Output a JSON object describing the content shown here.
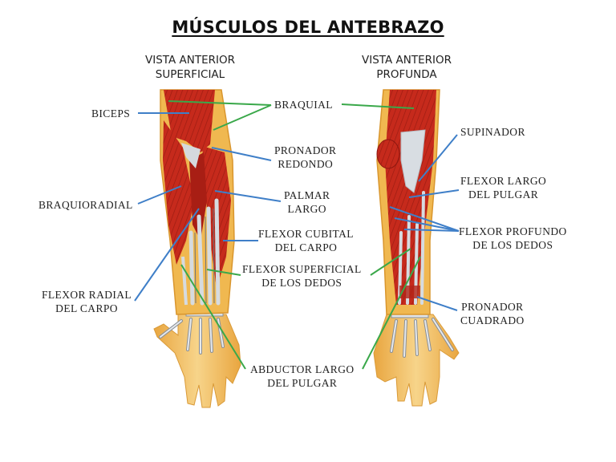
{
  "title": "MÚSCULOS DEL ANTEBRAZO",
  "views": [
    {
      "id": "superficial",
      "lines": [
        "VISTA ANTERIOR",
        "SUPERFICIAL"
      ]
    },
    {
      "id": "profunda",
      "lines": [
        "VISTA ANTERIOR",
        "PROFUNDA"
      ]
    }
  ],
  "labels": {
    "biceps": [
      "BICEPS"
    ],
    "braquial": [
      "BRAQUIAL"
    ],
    "pronador_redondo": [
      "PRONADOR",
      "REDONDO"
    ],
    "braquioradial": [
      "BRAQUIORADIAL"
    ],
    "palmar_largo": [
      "PALMAR",
      "LARGO"
    ],
    "flexor_cubital_carpo": [
      "FLEXOR CUBITAL",
      "DEL CARPO"
    ],
    "flexor_superficial_dedos": [
      "FLEXOR SUPERFICIAL",
      "DE LOS DEDOS"
    ],
    "flexor_radial_carpo": [
      "FLEXOR RADIAL",
      "DEL CARPO"
    ],
    "abductor_largo_pulgar": [
      "ABDUCTOR LARGO",
      "DEL PULGAR"
    ],
    "supinador": [
      "SUPINADOR"
    ],
    "flexor_largo_pulgar": [
      "FLEXOR LARGO",
      "DEL PULGAR"
    ],
    "flexor_profundo_dedos": [
      "FLEXOR PROFUNDO",
      "DE LOS DEDOS"
    ],
    "pronador_cuadrado": [
      "PRONADOR",
      "CUADRADO"
    ]
  },
  "colors": {
    "leader_blue": "#3f7fc8",
    "leader_green": "#3aa84a",
    "muscle": "#c62a1c",
    "muscle_dark": "#8e1710",
    "tendon": "#d8dde2",
    "skin": "#f3c46a",
    "skin_edge": "#e0a23a"
  },
  "leaders": [
    {
      "for": "biceps",
      "color": "blue",
      "points": [
        [
          172,
          141
        ],
        [
          236,
          141
        ]
      ]
    },
    {
      "for": "braquial",
      "color": "green",
      "points": [
        [
          210,
          126
        ],
        [
          338,
          131
        ]
      ]
    },
    {
      "for": "braquial",
      "color": "green",
      "points": [
        [
          338,
          131
        ],
        [
          266,
          162
        ]
      ]
    },
    {
      "for": "braquial",
      "color": "green",
      "points": [
        [
          426,
          130
        ],
        [
          516,
          135
        ]
      ]
    },
    {
      "for": "pronador_redondo",
      "color": "blue",
      "points": [
        [
          264,
          184
        ],
        [
          338,
          200
        ]
      ]
    },
    {
      "for": "braquioradial",
      "color": "blue",
      "points": [
        [
          172,
          254
        ],
        [
          226,
          232
        ]
      ]
    },
    {
      "for": "palmar_largo",
      "color": "blue",
      "points": [
        [
          268,
          238
        ],
        [
          350,
          251
        ]
      ]
    },
    {
      "for": "flexor_cubital_carpo",
      "color": "blue",
      "points": [
        [
          278,
          300
        ],
        [
          322,
          300
        ]
      ]
    },
    {
      "for": "flexor_superficial_dedos",
      "color": "green",
      "points": [
        [
          258,
          336
        ],
        [
          300,
          343
        ]
      ]
    },
    {
      "for": "flexor_superficial_dedos",
      "color": "green",
      "points": [
        [
          462,
          343
        ],
        [
          512,
          310
        ]
      ]
    },
    {
      "for": "flexor_radial_carpo",
      "color": "blue",
      "points": [
        [
          168,
          375
        ],
        [
          248,
          260
        ]
      ]
    },
    {
      "for": "abductor_largo_pulgar",
      "color": "green",
      "points": [
        [
          226,
          330
        ],
        [
          306,
          460
        ]
      ]
    },
    {
      "for": "abductor_largo_pulgar",
      "color": "green",
      "points": [
        [
          452,
          460
        ],
        [
          524,
          320
        ]
      ]
    },
    {
      "for": "supinador",
      "color": "blue",
      "points": [
        [
          570,
          168
        ],
        [
          522,
          226
        ]
      ]
    },
    {
      "for": "flexor_largo_pulgar",
      "color": "blue",
      "points": [
        [
          572,
          237
        ],
        [
          510,
          246
        ]
      ]
    },
    {
      "for": "flexor_profundo_dedos",
      "color": "blue",
      "points": [
        [
          572,
          288
        ],
        [
          486,
          258
        ]
      ]
    },
    {
      "for": "flexor_profundo_dedos",
      "color": "blue",
      "points": [
        [
          572,
          288
        ],
        [
          492,
          272
        ]
      ]
    },
    {
      "for": "flexor_profundo_dedos",
      "color": "blue",
      "points": [
        [
          572,
          288
        ],
        [
          504,
          286
        ]
      ]
    },
    {
      "for": "pronador_cuadrado",
      "color": "blue",
      "points": [
        [
          570,
          387
        ],
        [
          520,
          370
        ]
      ]
    }
  ]
}
